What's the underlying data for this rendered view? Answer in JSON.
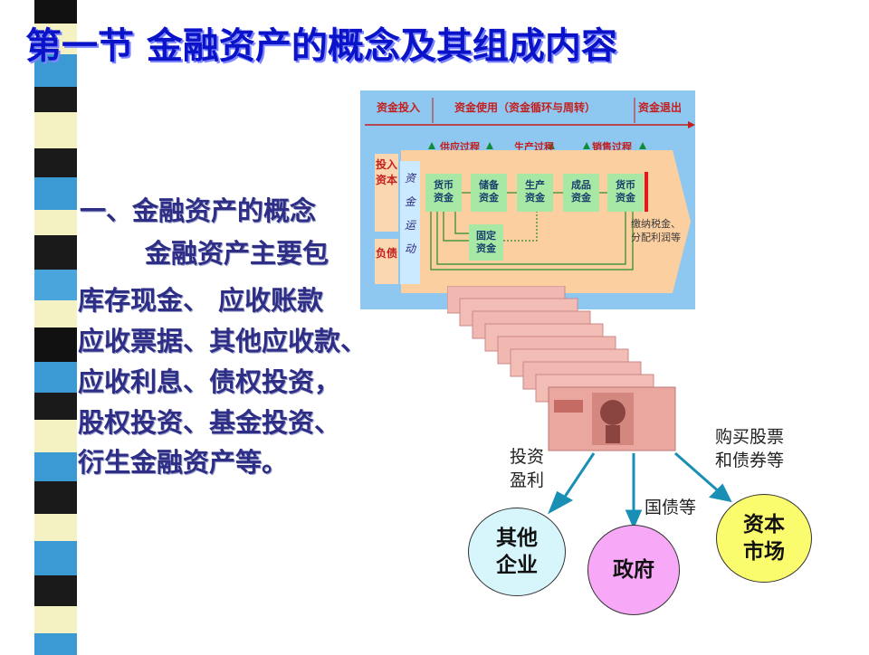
{
  "title": "第一节 金融资产的概念及其组成内容",
  "body": {
    "heading": "一、金融资产的概念",
    "line1": "金融资产主要包",
    "line2": "库存现金、 应收账款",
    "line3": "应收票据、其他应收款、",
    "line4": "应收利息、债权投资，",
    "line5": "股权投资、基金投资、",
    "line6": "衍生金融资产等。"
  },
  "flow": {
    "hdr_in": "资金投入",
    "hdr_use": "资金使用（资金循环与周转）",
    "hdr_out": "资金退出",
    "stage_supply": "供应过程",
    "stage_production": "生产过程",
    "stage_sales": "销售过程",
    "left_top": "投入资本",
    "left_bottom": "负债",
    "vertical_flow": "资金运动",
    "box_money1": [
      "货币",
      "资金"
    ],
    "box_reserve": [
      "储备",
      "资金"
    ],
    "box_production": [
      "生产",
      "资金"
    ],
    "box_finished": [
      "成品",
      "资金"
    ],
    "box_money2": [
      "货币",
      "资金"
    ],
    "box_fixed": [
      "固定",
      "资金"
    ],
    "tax": "缴纳税金、分配利润等"
  },
  "diagram": {
    "invest_label": [
      "投资",
      "盈利"
    ],
    "bonds_label": "国债等",
    "buy_label": [
      "购买股票",
      "和债券等"
    ],
    "circle_enterprise": [
      "其他",
      "企业"
    ],
    "circle_government": "政府",
    "circle_market": [
      "资本",
      "市场"
    ]
  },
  "colors": {
    "title": "#0b13c8",
    "body_text": "#2e2e86",
    "arrow": "#1a8fb5",
    "enterprise": "#d7f6fb",
    "government": "#f7a8f7",
    "market": "#fbfb6e"
  }
}
